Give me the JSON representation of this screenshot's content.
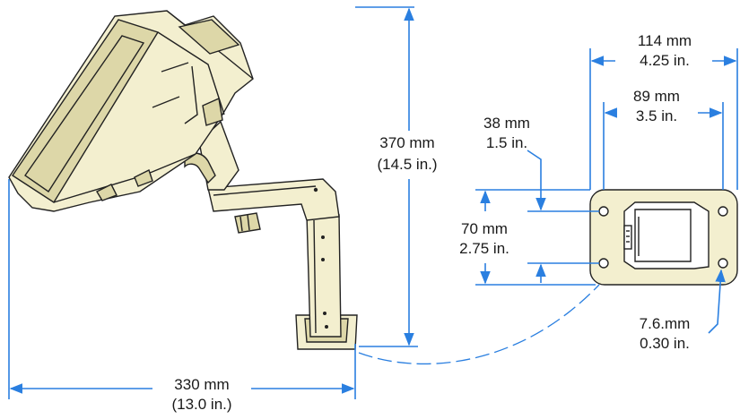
{
  "dimensions": {
    "height_total": {
      "metric": "370 mm",
      "imperial": "(14.5 in.)"
    },
    "base_depth": {
      "metric": "330 mm",
      "imperial": "(13.0 in.)"
    },
    "plate_width": {
      "metric": "114 mm",
      "imperial": "4.25 in."
    },
    "hole_spacing_width": {
      "metric": "89 mm",
      "imperial": "3.5 in."
    },
    "slot_offset": {
      "metric": "38 mm",
      "imperial": "1.5 in."
    },
    "hole_spacing_height": {
      "metric": "70 mm",
      "imperial": "2.75 in."
    },
    "hole_diameter": {
      "metric": "7.6.mm",
      "imperial": "0.30 in."
    }
  },
  "colors": {
    "dimension_line": "#2a7fe0",
    "device_body": "#f3efcf",
    "outline": "#222222"
  }
}
